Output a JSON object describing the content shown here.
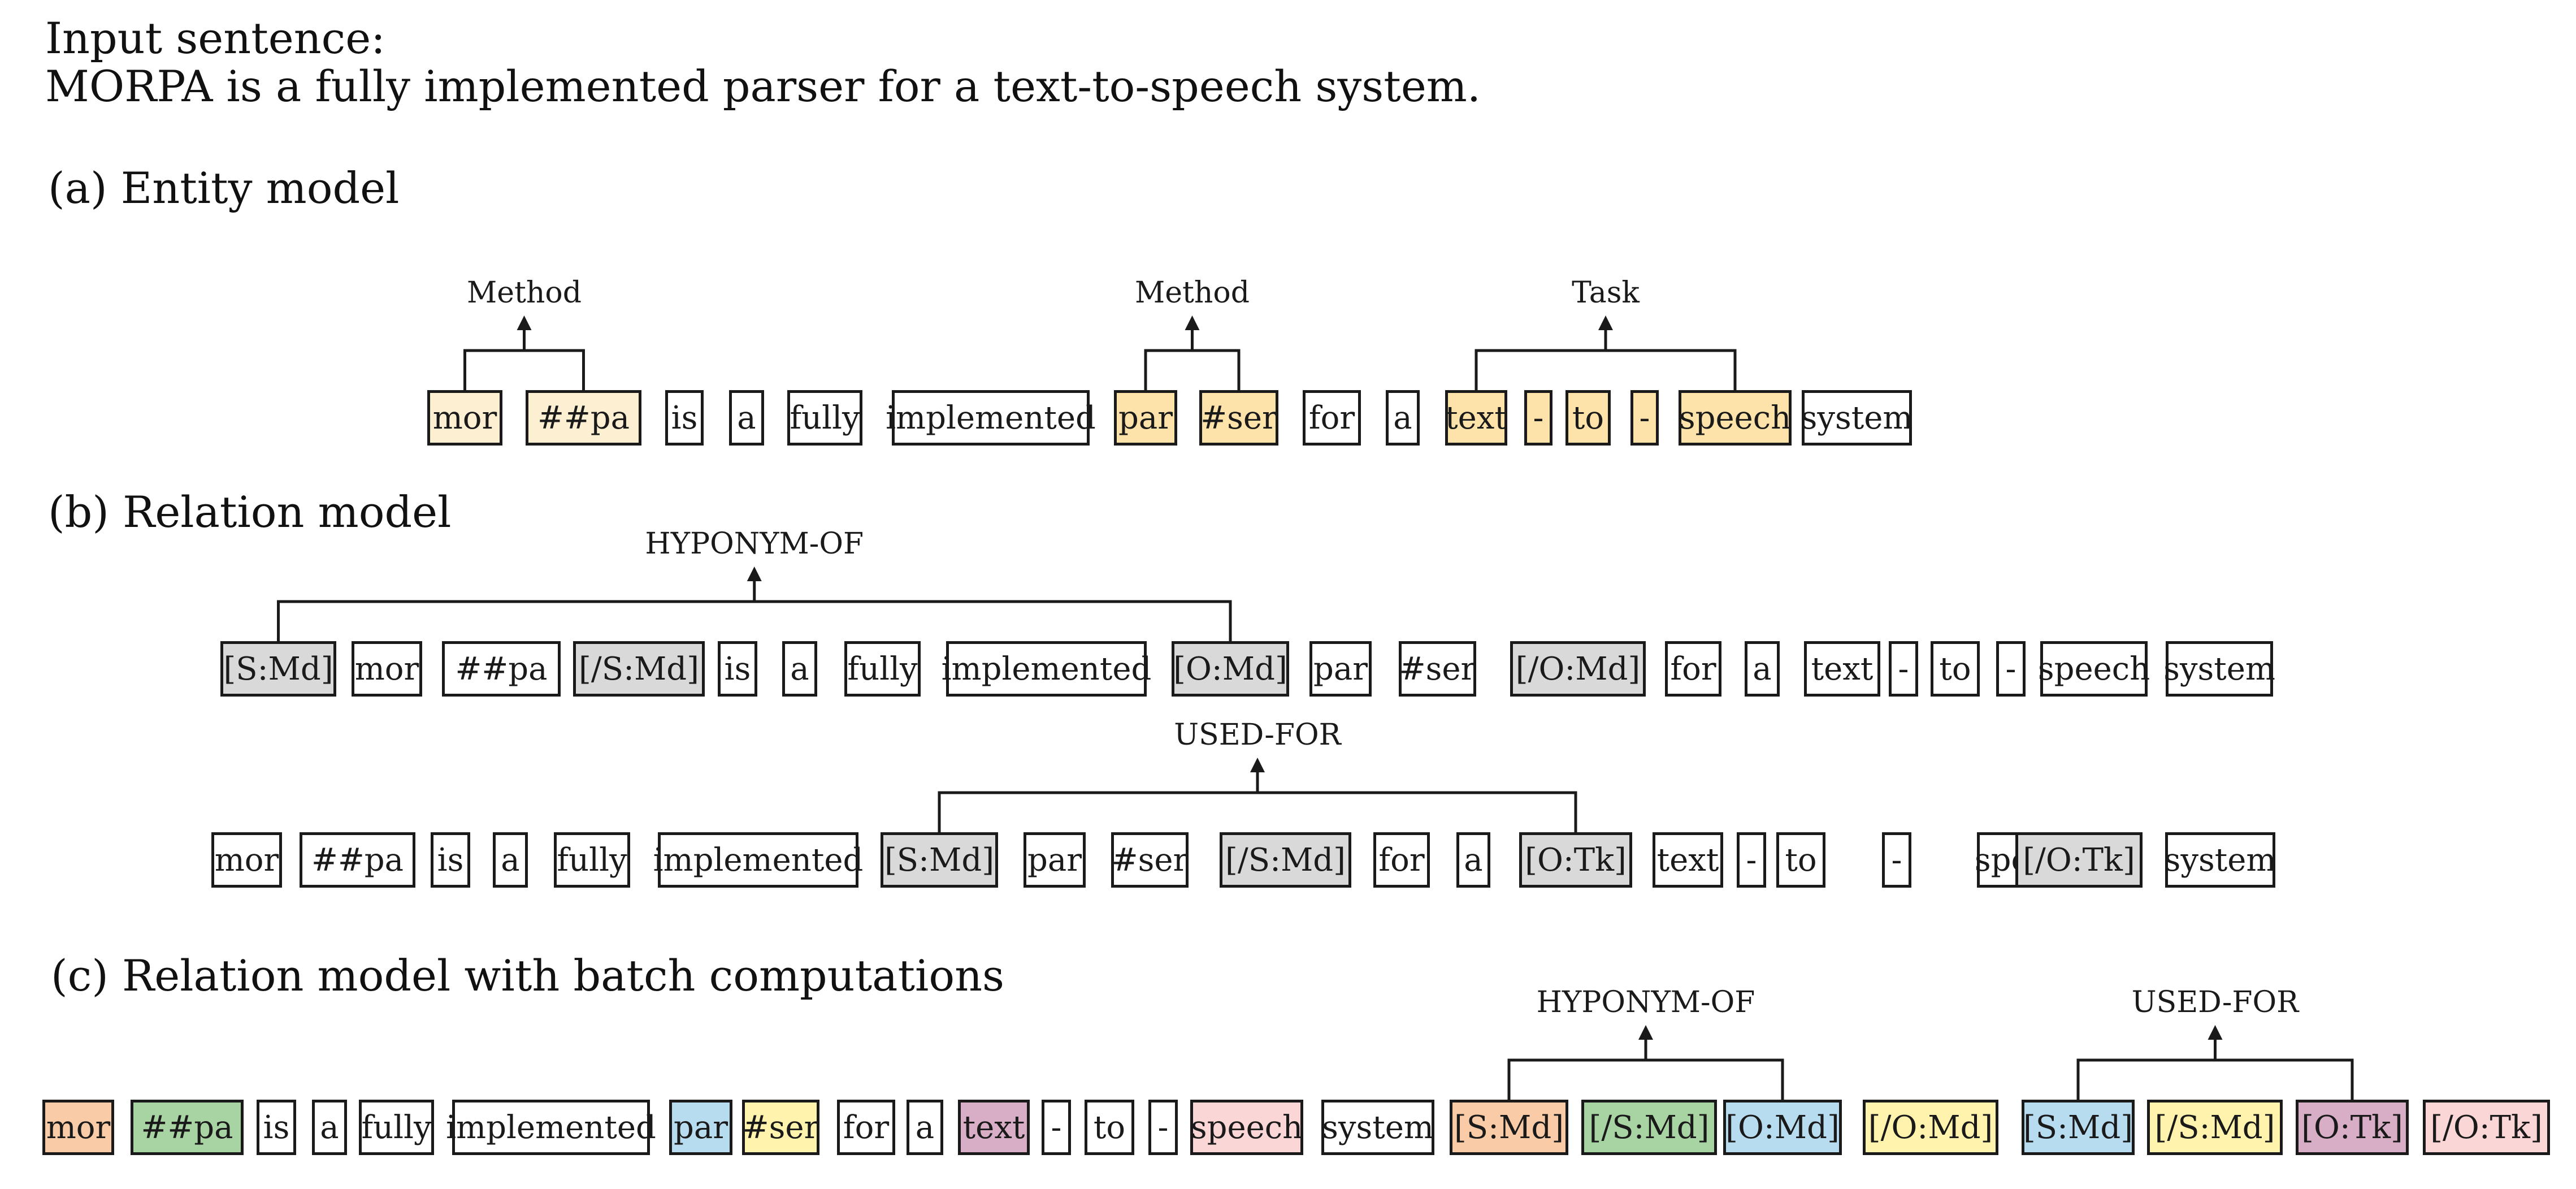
{
  "input": {
    "label": "Input sentence:",
    "sentence": "MORPA is a fully implemented parser for a text-to-speech system."
  },
  "sections": {
    "a": "(a) Entity model",
    "b": "(b) Relation model",
    "c": "(c) Relation model with batch computations"
  },
  "colors": {
    "entity_light": "#fdf0d2",
    "entity_mid": "#fde2a9",
    "marker_gray": "#d9d9d9",
    "orange": "#f9cba6",
    "green": "#a8d3a2",
    "blue": "#b7dbef",
    "yellow": "#fff3ae",
    "purple": "#d8aec7",
    "pink": "#fbd6d6"
  },
  "rows": {
    "a": {
      "tokens": [
        {
          "text": "mor",
          "color": "#fdf0d2"
        },
        {
          "text": "##pa",
          "color": "#fdf0d2"
        },
        {
          "text": "is",
          "color": "#ffffff"
        },
        {
          "text": "a",
          "color": "#ffffff"
        },
        {
          "text": "fully",
          "color": "#ffffff"
        },
        {
          "text": "implemented",
          "color": "#ffffff"
        },
        {
          "text": "par",
          "color": "#fde2a9"
        },
        {
          "text": "#ser",
          "color": "#fde2a9"
        },
        {
          "text": "for",
          "color": "#ffffff"
        },
        {
          "text": "a",
          "color": "#ffffff"
        },
        {
          "text": "text",
          "color": "#fde2a9"
        },
        {
          "text": "-",
          "color": "#fde2a9"
        },
        {
          "text": "to",
          "color": "#fde2a9"
        },
        {
          "text": "-",
          "color": "#fde2a9"
        },
        {
          "text": "speech",
          "color": "#fde2a9"
        },
        {
          "text": "system",
          "color": "#ffffff"
        }
      ],
      "labels": [
        {
          "text": "Method",
          "from": 0,
          "to": 1
        },
        {
          "text": "Method",
          "from": 6,
          "to": 7
        },
        {
          "text": "Task",
          "from": 10,
          "to": 14
        }
      ]
    },
    "b1": {
      "tokens": [
        {
          "text": "[S:Md]",
          "color": "#d9d9d9"
        },
        {
          "text": "mor",
          "color": "#ffffff"
        },
        {
          "text": "##pa",
          "color": "#ffffff"
        },
        {
          "text": "[/S:Md]",
          "color": "#d9d9d9"
        },
        {
          "text": "is",
          "color": "#ffffff"
        },
        {
          "text": "a",
          "color": "#ffffff"
        },
        {
          "text": "fully",
          "color": "#ffffff"
        },
        {
          "text": "implemented",
          "color": "#ffffff"
        },
        {
          "text": "[O:Md]",
          "color": "#d9d9d9"
        },
        {
          "text": "par",
          "color": "#ffffff"
        },
        {
          "text": "#ser",
          "color": "#ffffff"
        },
        {
          "text": "[/O:Md]",
          "color": "#d9d9d9"
        },
        {
          "text": "for",
          "color": "#ffffff"
        },
        {
          "text": "a",
          "color": "#ffffff"
        },
        {
          "text": "text",
          "color": "#ffffff"
        },
        {
          "text": "-",
          "color": "#ffffff"
        },
        {
          "text": "to",
          "color": "#ffffff"
        },
        {
          "text": "-",
          "color": "#ffffff"
        },
        {
          "text": "speech",
          "color": "#ffffff"
        },
        {
          "text": "system",
          "color": "#ffffff"
        }
      ],
      "labels": [
        {
          "text": "HYPONYM-OF",
          "from": 0,
          "to": 8
        }
      ]
    },
    "b2": {
      "tokens": [
        {
          "text": "mor",
          "color": "#ffffff"
        },
        {
          "text": "##pa",
          "color": "#ffffff"
        },
        {
          "text": "is",
          "color": "#ffffff"
        },
        {
          "text": "a",
          "color": "#ffffff"
        },
        {
          "text": "fully",
          "color": "#ffffff"
        },
        {
          "text": "implemented",
          "color": "#ffffff"
        },
        {
          "text": "[S:Md]",
          "color": "#d9d9d9"
        },
        {
          "text": "par",
          "color": "#ffffff"
        },
        {
          "text": "#ser",
          "color": "#ffffff"
        },
        {
          "text": "[/S:Md]",
          "color": "#d9d9d9"
        },
        {
          "text": "for",
          "color": "#ffffff"
        },
        {
          "text": "a",
          "color": "#ffffff"
        },
        {
          "text": "[O:Tk]",
          "color": "#d9d9d9"
        },
        {
          "text": "text",
          "color": "#ffffff"
        },
        {
          "text": "-",
          "color": "#ffffff"
        },
        {
          "text": "to",
          "color": "#ffffff"
        },
        {
          "text": "-",
          "color": "#ffffff"
        },
        {
          "text": "speech",
          "color": "#ffffff"
        },
        {
          "text": "[/O:Tk]",
          "color": "#d9d9d9"
        },
        {
          "text": "system",
          "color": "#ffffff"
        }
      ],
      "labels": [
        {
          "text": "USED-FOR",
          "from": 6,
          "to": 12
        }
      ]
    },
    "c": {
      "tokens": [
        {
          "text": "mor",
          "color": "#f9cba6"
        },
        {
          "text": "##pa",
          "color": "#a8d3a2"
        },
        {
          "text": "is",
          "color": "#ffffff"
        },
        {
          "text": "a",
          "color": "#ffffff"
        },
        {
          "text": "fully",
          "color": "#ffffff"
        },
        {
          "text": "implemented",
          "color": "#ffffff"
        },
        {
          "text": "par",
          "color": "#b7dbef"
        },
        {
          "text": "#ser",
          "color": "#fff3ae"
        },
        {
          "text": "for",
          "color": "#ffffff"
        },
        {
          "text": "a",
          "color": "#ffffff"
        },
        {
          "text": "text",
          "color": "#d8aec7"
        },
        {
          "text": "-",
          "color": "#ffffff"
        },
        {
          "text": "to",
          "color": "#ffffff"
        },
        {
          "text": "-",
          "color": "#ffffff"
        },
        {
          "text": "speech",
          "color": "#fbd6d6"
        },
        {
          "text": "system",
          "color": "#ffffff"
        },
        {
          "text": "[S:Md]",
          "color": "#f9cba6"
        },
        {
          "text": "[/S:Md]",
          "color": "#a8d3a2"
        },
        {
          "text": "[O:Md]",
          "color": "#b7dbef"
        },
        {
          "text": "[/O:Md]",
          "color": "#fff3ae"
        },
        {
          "text": "[S:Md]",
          "color": "#b7dbef"
        },
        {
          "text": "[/S:Md]",
          "color": "#fff3ae"
        },
        {
          "text": "[O:Tk]",
          "color": "#d8aec7"
        },
        {
          "text": "[/O:Tk]",
          "color": "#fbd6d6"
        }
      ],
      "labels": [
        {
          "text": "HYPONYM-OF",
          "from": 16,
          "to": 18
        },
        {
          "text": "USED-FOR",
          "from": 20,
          "to": 22
        }
      ]
    }
  }
}
